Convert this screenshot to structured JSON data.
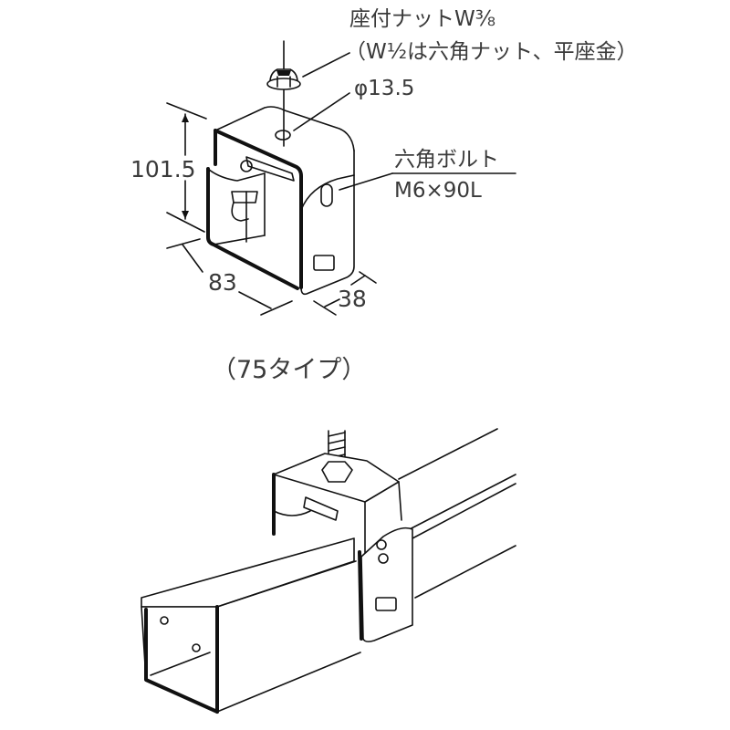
{
  "figure_top": {
    "labels": {
      "nut_label": "座付ナットW⅜",
      "nut_note": "（W½は六角ナット、平座金）",
      "hole_diameter": "φ13.5",
      "bolt_label": "六角ボルト",
      "bolt_size": "M6×90L"
    },
    "dimensions": {
      "height": "101.5",
      "width": "83",
      "depth": "38"
    }
  },
  "caption": "（75タイプ）",
  "figure_bottom": {
    "description": "hanger bracket mounted on cable duct with threaded rod"
  }
}
